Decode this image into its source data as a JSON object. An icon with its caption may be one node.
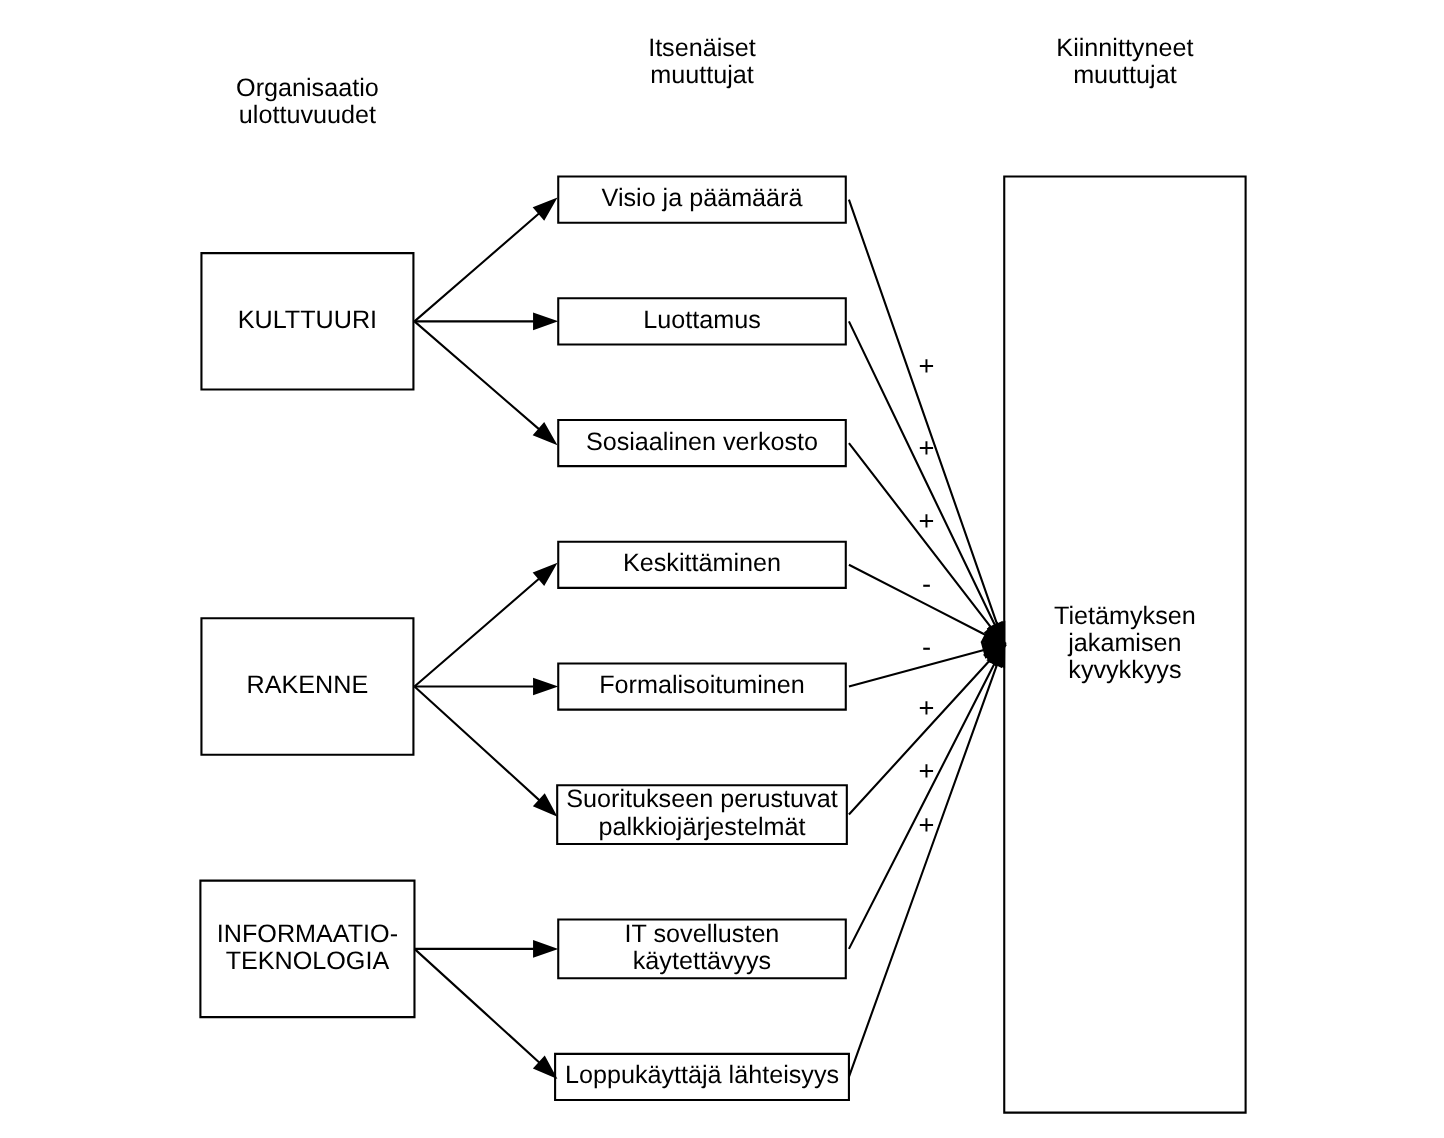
{
  "diagram": {
    "nodes": [
      {
        "text": [
          "KULTTUURI"
        ]
      },
      {
        "text": [
          "RAKENNE"
        ]
      },
      {
        "text": [
          "INFORMAATIO- TEKNOLOGIA"
        ]
      },
      {
        "text": [
          "Visio ja päämäärä"
        ]
      },
      {
        "text": [
          "Luottamus"
        ]
      },
      {
        "text": [
          "Sosiaalinen verkosto"
        ]
      },
      {
        "text": [
          "Keskittäminen"
        ]
      },
      {
        "text": [
          "Formalisoituminen"
        ]
      },
      {
        "text": [
          "Suoritukseen perustuvat palkkiojärjestelmät"
        ]
      },
      {
        "text": [
          "IT sovellusten käytettävyys"
        ]
      },
      {
        "text": [
          "Loppukäyttäjä lähteisyys"
        ]
      },
      {
        "text": [
          "Tietämyksen jakamisen kyvykkyys"
        ]
      }
    ],
    "edges": [
      {
        "from": 0,
        "to": 3,
        "arrow": "to"
      },
      {
        "from": 0,
        "to": 4,
        "arrow": "to"
      },
      {
        "from": 0,
        "to": 5,
        "arrow": "to"
      },
      {
        "from": 1,
        "to": 6,
        "arrow": "to"
      },
      {
        "from": 1,
        "to": 7,
        "arrow": "to"
      },
      {
        "from": 1,
        "to": 8,
        "arrow": "to"
      },
      {
        "from": 2,
        "to": 9,
        "arrow": "to"
      },
      {
        "from": 2,
        "to": 10,
        "arrow": "to"
      },
      {
        "from": 3,
        "to": 11,
        "arrow": "to",
        "label": "+"
      },
      {
        "from": 4,
        "to": 11,
        "arrow": "to",
        "label": "+"
      },
      {
        "from": 5,
        "to": 11,
        "arrow": "to",
        "label": "+"
      },
      {
        "from": 6,
        "to": 11,
        "arrow": "to",
        "label": "-"
      },
      {
        "from": 7,
        "to": 11,
        "arrow": "to",
        "label": "-"
      },
      {
        "from": 8,
        "to": 11,
        "arrow": "to",
        "label": "+"
      },
      {
        "from": 9,
        "to": 11,
        "arrow": "to",
        "label": "+"
      },
      {
        "from": 10,
        "to": 11,
        "arrow": "to",
        "label": "+"
      }
    ],
    "labels": [
      "Organisaatio ulottuvuudet",
      "Itsenäiset muuttujat",
      "Kiinnittyneet muuttujat"
    ]
  }
}
